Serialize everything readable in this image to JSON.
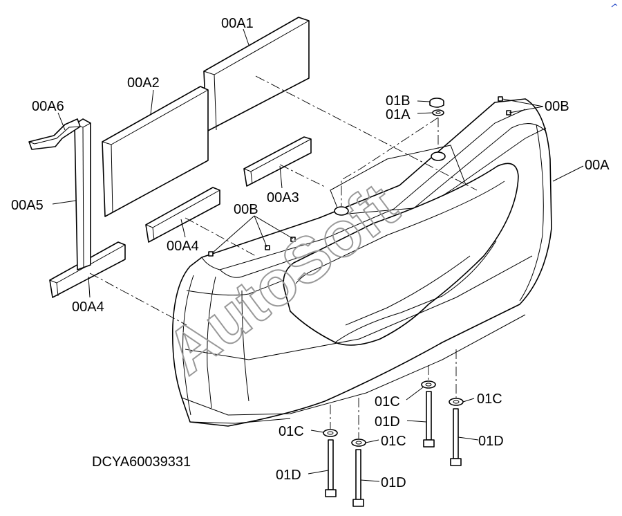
{
  "drawing_code": "DCYA60039331",
  "watermark": "AutoSoft",
  "labels": {
    "p00A1": "00A1",
    "p00A2": "00A2",
    "p00A3": "00A3",
    "p00A4_upper": "00A4",
    "p00A4_lower": "00A4",
    "p00A5": "00A5",
    "p00A6": "00A6",
    "p00A": "00A",
    "p00B_top": "00B",
    "p00B_mid": "00B",
    "p01A": "01A",
    "p01B": "01B",
    "p01C_1": "01C",
    "p01C_2": "01C",
    "p01C_3": "01C",
    "p01C_4": "01C",
    "p01D_1": "01D",
    "p01D_2": "01D",
    "p01D_3": "01D",
    "p01D_4": "01D"
  }
}
